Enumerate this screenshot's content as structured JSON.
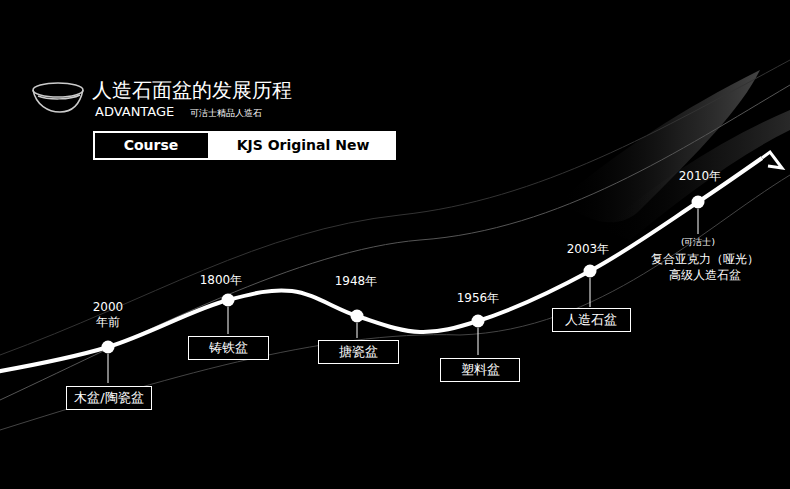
{
  "diagram": {
    "title": "人造石面盆的发展历程",
    "nodes": [
      {
        "text": [
          "Course"
        ]
      },
      {
        "text": [
          "KJS Original New"
        ]
      },
      {
        "text": [
          "木盆/陶瓷盆"
        ]
      },
      {
        "text": [
          "铸铁盆"
        ]
      },
      {
        "text": [
          "搪瓷盆"
        ]
      },
      {
        "text": [
          "塑料盆"
        ]
      },
      {
        "text": [
          "人造石盆"
        ]
      }
    ],
    "labels": [
      "ADVANTAGE",
      "可洁士精品人造石",
      "2000 年前",
      "1800年",
      "1948年",
      "1956年",
      "2003年",
      "2010年",
      "(可洁士)",
      "复合亚克力（哑光） 高级人造石盆"
    ]
  }
}
